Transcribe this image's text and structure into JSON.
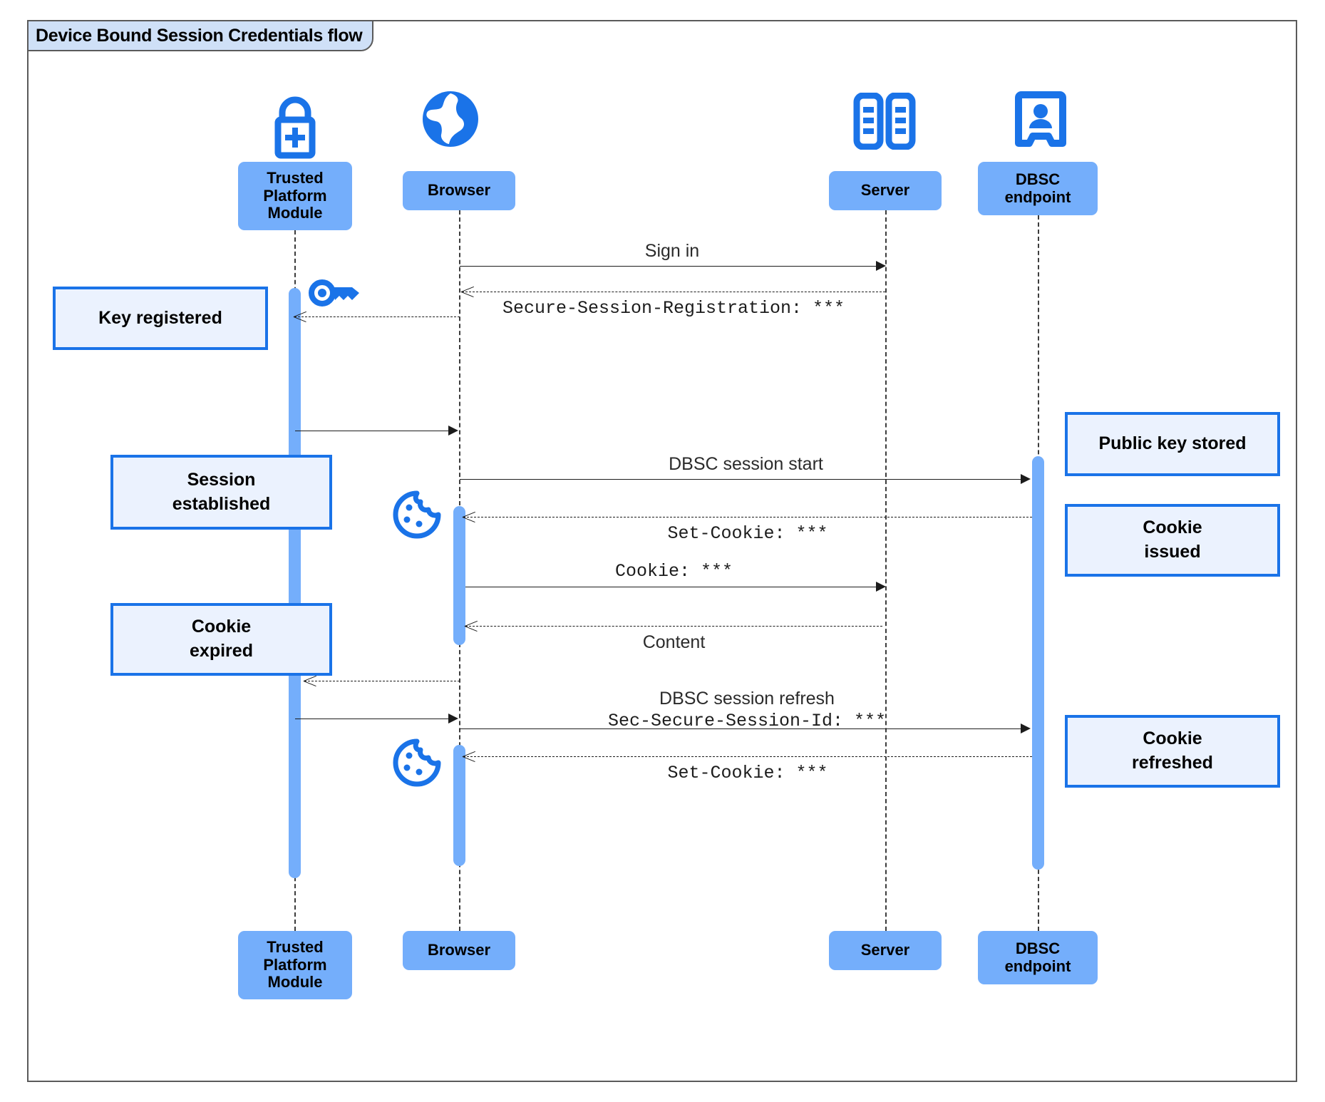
{
  "diagram": {
    "title": "Device Bound Session Credentials flow",
    "type": "uml-sequence",
    "colors": {
      "participant_fill": "#74aefb",
      "note_fill": "#ebf2fe",
      "note_border": "#1a73e8",
      "icon_blue": "#1a73e8",
      "activation_fill": "#74aefb",
      "title_fill": "#cfe0f7",
      "frame_border": "#5a5a5a"
    }
  },
  "participants": [
    {
      "id": "tpm",
      "label": "Trusted\nPlatform\nModule",
      "icon": "lock-plus-icon"
    },
    {
      "id": "browser",
      "label": "Browser",
      "icon": "globe-icon"
    },
    {
      "id": "server",
      "label": "Server",
      "icon": "server-racks-icon"
    },
    {
      "id": "dbsc",
      "label": "DBSC\nendpoint",
      "icon": "id-badge-icon"
    }
  ],
  "participants_footer": [
    {
      "id": "tpm",
      "label": "Trusted\nPlatform\nModule"
    },
    {
      "id": "browser",
      "label": "Browser"
    },
    {
      "id": "server",
      "label": "Server"
    },
    {
      "id": "dbsc",
      "label": "DBSC\nendpoint"
    }
  ],
  "messages": [
    {
      "id": "m1",
      "text": "Sign in",
      "style": "sans",
      "from": "browser",
      "to": "server",
      "line": "solid",
      "direction": "right"
    },
    {
      "id": "m2",
      "text": "Secure-Session-Registration: ***",
      "style": "mono",
      "from": "server",
      "to": "browser",
      "line": "dashed",
      "direction": "left"
    },
    {
      "id": "m3",
      "text": "",
      "style": "sans",
      "from": "tpm",
      "to": "browser",
      "line": "solid",
      "direction": "right"
    },
    {
      "id": "m4",
      "text": "DBSC session start",
      "style": "sans",
      "from": "browser",
      "to": "dbsc",
      "line": "solid",
      "direction": "right"
    },
    {
      "id": "m5",
      "text": "Set-Cookie: ***",
      "style": "mono",
      "from": "dbsc",
      "to": "browser",
      "line": "dashed",
      "direction": "left"
    },
    {
      "id": "m6",
      "text": "Cookie: ***",
      "style": "mono",
      "from": "browser",
      "to": "server",
      "line": "solid",
      "direction": "right"
    },
    {
      "id": "m7",
      "text": "Content",
      "style": "sans",
      "from": "server",
      "to": "browser",
      "line": "dashed",
      "direction": "left"
    },
    {
      "id": "m8",
      "text": "",
      "style": "sans",
      "from": "browser",
      "to": "tpm",
      "line": "dashed",
      "direction": "left"
    },
    {
      "id": "m9",
      "text": "DBSC session refresh",
      "style": "sans",
      "from": "tpm",
      "to": "dbsc",
      "line": "solid",
      "direction": "right"
    },
    {
      "id": "m10",
      "text": "Sec-Secure-Session-Id: ***",
      "style": "mono",
      "from": "browser",
      "to": "dbsc",
      "line": "solid",
      "direction": "right"
    },
    {
      "id": "m11",
      "text": "Set-Cookie: ***",
      "style": "mono",
      "from": "dbsc",
      "to": "browser",
      "line": "dashed",
      "direction": "left"
    }
  ],
  "notes": [
    {
      "id": "n1",
      "text": "Key registered",
      "side": "left",
      "attached_to": "tpm"
    },
    {
      "id": "n2",
      "text": "Session\nestablished",
      "side": "left",
      "attached_to": "tpm"
    },
    {
      "id": "n3",
      "text": "Cookie\nexpired",
      "side": "left",
      "attached_to": "tpm"
    },
    {
      "id": "n4",
      "text": "Public key stored",
      "side": "right",
      "attached_to": "dbsc"
    },
    {
      "id": "n5",
      "text": "Cookie\nissued",
      "side": "right",
      "attached_to": "dbsc"
    },
    {
      "id": "n6",
      "text": "Cookie\nrefreshed",
      "side": "right",
      "attached_to": "dbsc"
    }
  ],
  "inline_icons": [
    {
      "id": "key1",
      "name": "key-icon",
      "near": "tpm"
    },
    {
      "id": "cookie1",
      "name": "cookie-icon",
      "near": "browser"
    },
    {
      "id": "cookie2",
      "name": "cookie-icon",
      "near": "browser"
    }
  ]
}
